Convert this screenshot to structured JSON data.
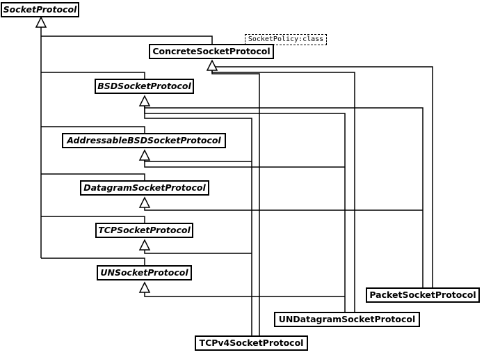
{
  "classes": {
    "socket_protocol": "SocketProtocol",
    "concrete_socket_protocol": "ConcreteSocketProtocol",
    "bsd_socket_protocol": "BSDSocketProtocol",
    "addressable_bsd_socket_protocol": "AddressableBSDSocketProtocol",
    "datagram_socket_protocol": "DatagramSocketProtocol",
    "tcp_socket_protocol": "TCPSocketProtocol",
    "un_socket_protocol": "UNSocketProtocol",
    "packet_socket_protocol": "PacketSocketProtocol",
    "un_datagram_socket_protocol": "UNDatagramSocketProtocol",
    "tcpv4_socket_protocol": "TCPv4SocketProtocol"
  },
  "template_parameter": "SocketPolicy:class"
}
